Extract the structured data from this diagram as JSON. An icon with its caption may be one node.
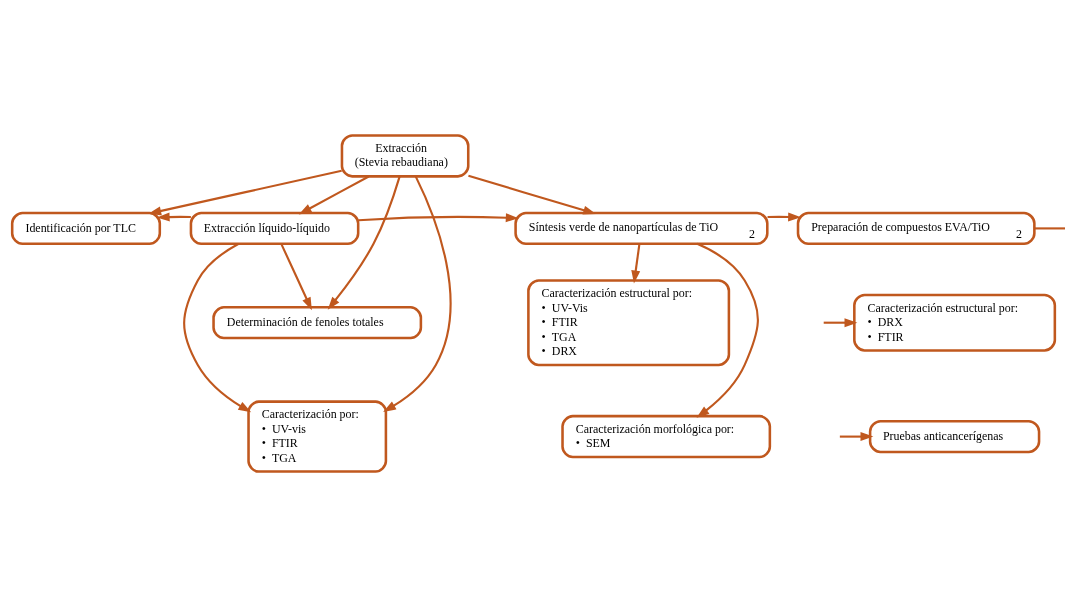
{
  "diagram": {
    "nodes": [
      {
        "text": [
          "Extracción",
          "(Stevia rebaudiana)"
        ]
      },
      {
        "text": [
          "Identificación por TLC"
        ]
      },
      {
        "text": [
          "Extracción líquido-líquido"
        ]
      },
      {
        "text": [
          "Síntesis verde de nanopartículas de TiO$_{2}$"
        ]
      },
      {
        "text": [
          "Preparación de compuestos EVA/TiO$_{2}$"
        ]
      },
      {
        "text": [
          "Determinación de fenoles totales"
        ]
      },
      {
        "text": [
          "Caracterización por:",
          "•  UV-vis",
          "•  FTIR",
          "•  TGA"
        ]
      },
      {
        "text": [
          "Caracterización estructural por:",
          "•  UV-Vis",
          "•  FTIR",
          "•  TGA",
          "•  DRX"
        ]
      },
      {
        "text": [
          "Caracterización morfológica por:",
          "•  SEM"
        ]
      },
      {
        "text": [
          "Caracterización estructural por:",
          "•  DRX",
          "•  FTIR"
        ]
      },
      {
        "text": [
          "Pruebas anticancerígenas"
        ]
      }
    ],
    "edges": [
      {
        "from": 0,
        "to": 2,
        "arrow": "to"
      },
      {
        "from": 0,
        "to": 3,
        "arrow": "to"
      },
      {
        "from": 0,
        "to": 1,
        "arrow": "to"
      },
      {
        "from": 0,
        "to": 5,
        "arrow": "to"
      },
      {
        "from": 0,
        "to": 6,
        "arrow": "to"
      },
      {
        "from": 2,
        "to": 1,
        "arrow": "to"
      },
      {
        "from": 2,
        "to": 3,
        "arrow": "to"
      },
      {
        "from": 2,
        "to": 5,
        "arrow": "to"
      },
      {
        "from": 2,
        "to": 6,
        "arrow": "to"
      },
      {
        "from": 3,
        "to": 4,
        "arrow": "to"
      },
      {
        "from": 3,
        "to": 7,
        "arrow": "to"
      },
      {
        "from": 3,
        "to": 8,
        "arrow": "to"
      },
      {
        "from": 4,
        "to": null,
        "arrow": "none"
      },
      {
        "from": null,
        "to": 9,
        "arrow": "to"
      },
      {
        "from": null,
        "to": 10,
        "arrow": "to"
      }
    ]
  }
}
